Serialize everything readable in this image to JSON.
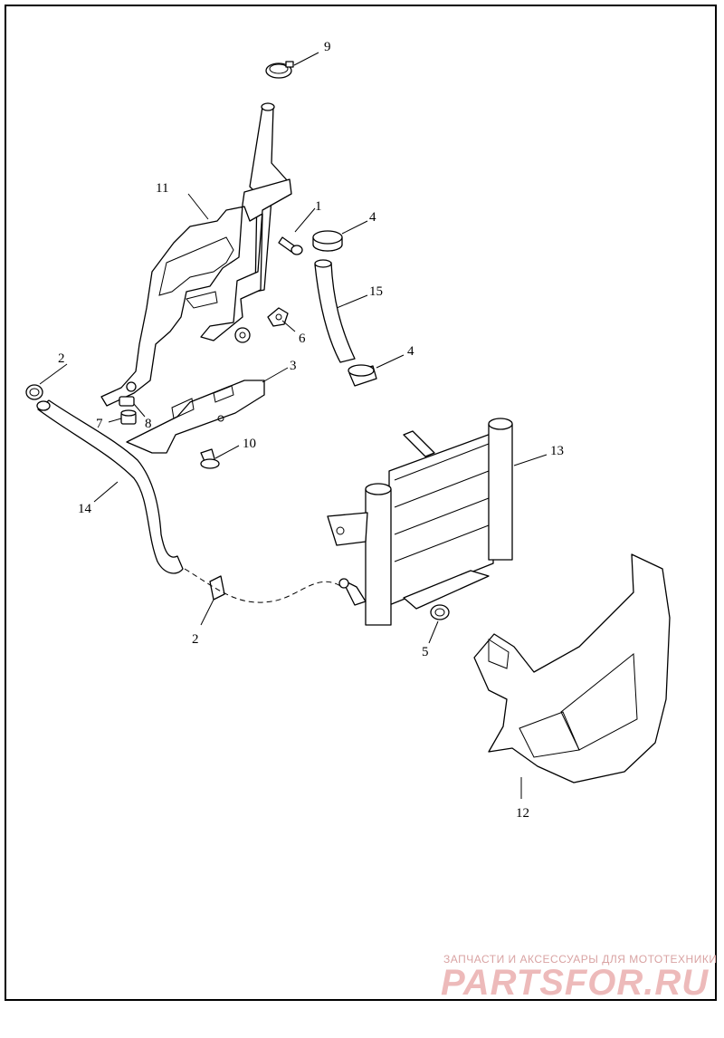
{
  "callouts": {
    "c1": "1",
    "c2a": "2",
    "c2b": "2",
    "c3": "3",
    "c4a": "4",
    "c4b": "4",
    "c5": "5",
    "c6": "6",
    "c7": "7",
    "c8": "8",
    "c9": "9",
    "c10": "10",
    "c11": "11",
    "c12": "12",
    "c13": "13",
    "c14": "14",
    "c15": "15"
  },
  "watermark": {
    "tagline": "ЗАПЧАСТИ И АКСЕССУАРЫ ДЛЯ МОТОТЕХНИКИ",
    "logo": "PARTSFOR.RU"
  },
  "colors": {
    "line": "#000000",
    "background": "#ffffff",
    "watermark": "#e28d8d"
  }
}
